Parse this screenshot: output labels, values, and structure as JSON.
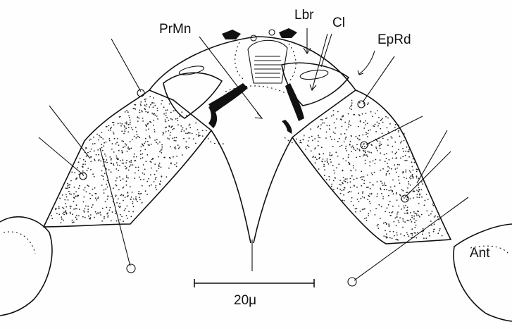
{
  "labels": {
    "prmn": "PrMn",
    "lbr": "Lbr",
    "cl": "Cl",
    "eprd": "EpRd",
    "ant": "Ant"
  },
  "scale_bar": {
    "label": "20μ"
  },
  "colors": {
    "ink": "#111111",
    "paper": "#fefefe"
  }
}
